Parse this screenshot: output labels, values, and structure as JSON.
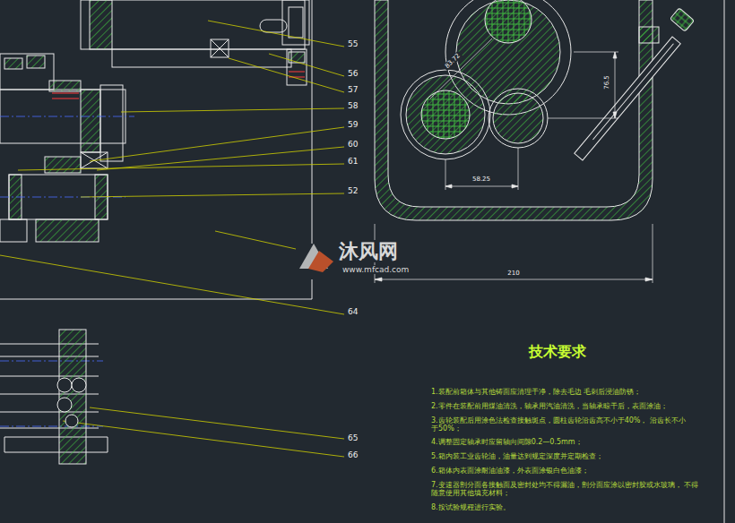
{
  "diagram": {
    "title": "技术要求",
    "labels": [
      "55",
      "56",
      "57",
      "58",
      "59",
      "60",
      "61",
      "52",
      "64",
      "65",
      "66",
      "83.72",
      "76.5",
      "58.25",
      "210",
      "沐风网",
      "www.mfcad.com",
      "1.装配前箱体与其他铸面应清理干净，除去毛边 毛刺后浸油防锈；",
      "2.零件在装配前用煤油清洗，轴承用汽油清洗，当轴承晾干后，表面涂油；",
      "3.齿轮装配后用涂色法检查接触斑点，圆柱齿轮沿齿高不小于40%， 沿齿长不小于50%；",
      "4.调整固定轴承时应留轴向间隙0.2—0.5mm；",
      "5.箱内装工业齿轮油，油量达到规定深度并定期检查；",
      "6.箱体内表面涂耐油油漆，外表面涂银白色油漆；",
      "7.变速器剖分面各接触面及密封处均不得漏油，剖分面应涂以密封胶或水玻璃， 不得随意使用其他填充材料；",
      "8.按试验规程进行实验。"
    ]
  }
}
